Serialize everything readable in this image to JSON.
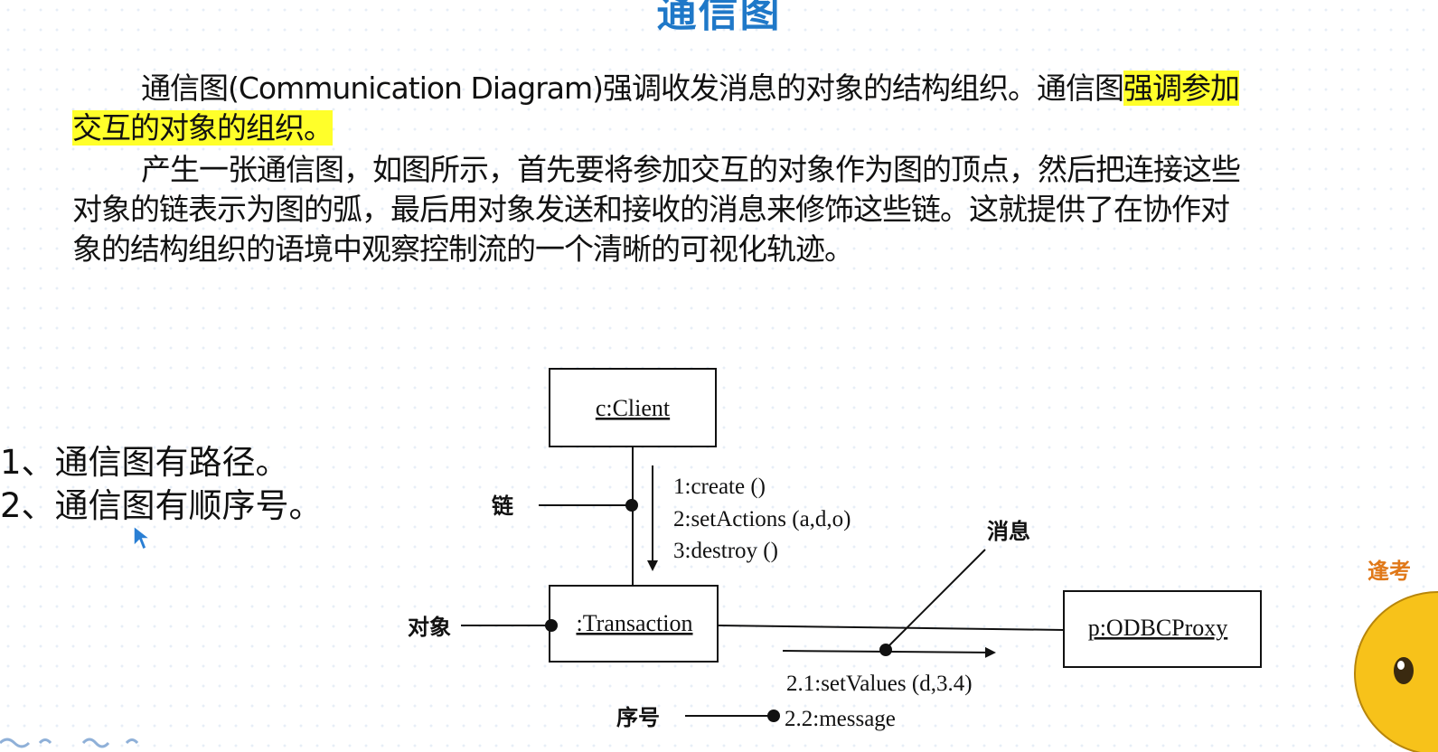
{
  "title": "通信图",
  "paragraph1": {
    "text": "通信图(Communication Diagram)强调收发消息的对象的结构组织。通信图",
    "highlight_line1": "强调参加",
    "highlight_line2": "交互的对象的组织。"
  },
  "paragraph2": {
    "line1": "产生一张通信图，如图所示，首先要将参加交互的对象作为图的顶点，然后把连接这些",
    "line2": "对象的链表示为图的弧，最后用对象发送和接收的消息来修饰这些链。这就提供了在协作对",
    "line3": "象的结构组织的语境中观察控制流的一个清晰的可视化轨迹。"
  },
  "points": [
    "1、通信图有路径。",
    "2、通信图有顺序号。"
  ],
  "diagram": {
    "objects": {
      "client": "c:Client",
      "transaction": ":Transaction",
      "proxy": "p:ODBCProxy"
    },
    "messages_client": [
      "1:create ()",
      "2:setActions (a,d,o)",
      "3:destroy ()"
    ],
    "messages_proxy": [
      "2.1:setValues (d,3.4)",
      "2.2:message"
    ],
    "annotations": {
      "link": "链",
      "object": "对象",
      "message": "消息",
      "sequence": "序号"
    }
  },
  "mascot_text": "逢考",
  "colors": {
    "title": "#1f78c8",
    "highlight": "#ffff2a",
    "mascot": "#f7c21a"
  }
}
